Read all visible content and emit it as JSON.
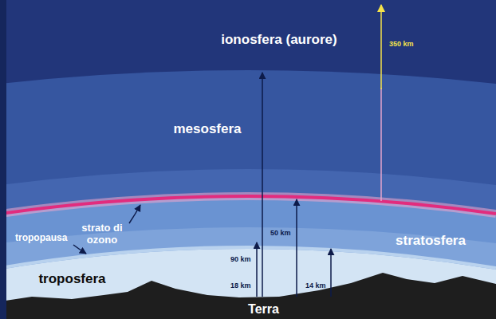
{
  "diagram": {
    "nodes": [
      {
        "text": [
          "ionosfera (aurore)"
        ]
      },
      {
        "text": [
          "mesosfera"
        ]
      },
      {
        "text": [
          "stratosfera"
        ]
      },
      {
        "text": [
          "troposfera"
        ]
      },
      {
        "text": [
          "Terra"
        ]
      }
    ],
    "labels": [
      "350 km",
      "strato di ozono",
      "tropopausa",
      "90 km",
      "50 km",
      "18 km",
      "14 km"
    ]
  }
}
